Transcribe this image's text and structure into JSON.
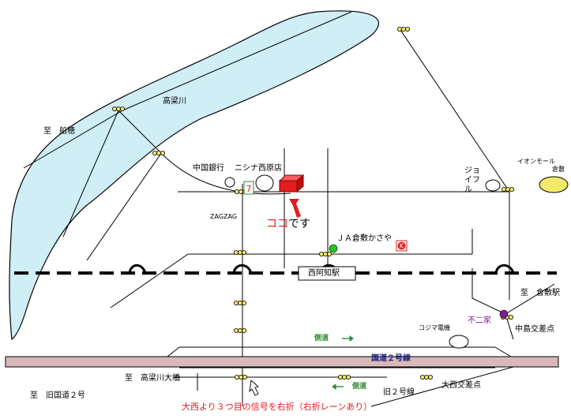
{
  "labels": {
    "funao": "至　船穂",
    "takahashi_river": "高梁川",
    "chugoku_bank": "中国銀行",
    "nishina": "ニシナ西原店",
    "zagzag": "ZAGZAG",
    "koko": "ココ",
    "desu": "です",
    "ja_shop": "ＪＡ倉敷かさや",
    "nishiachi_station": "西阿知駅",
    "joyful": "ジョイフル",
    "aeon": "イオンモール",
    "aeon_sub": "倉敷",
    "to_kurashiki_station": "至　倉敷駅",
    "fujiya": "不二家",
    "nakashima_intersection": "中島交差点",
    "kojima": "コジマ電機",
    "sidewalk1": "側道",
    "route2": "国道２号線",
    "to_takahashi_bridge": "至　高梁川大橋",
    "sidewalk2": "側道",
    "to_old_route2": "至　旧国道２号",
    "old_route2": "旧２号線",
    "onishi_intersection": "大西交差点",
    "bottom_note": "大西より３つ目の信号を右折（右折レーンあり）"
  },
  "colors": {
    "river": "#cfeef6",
    "route2": "#d8b8b8",
    "destination": "#e31c1c",
    "ja_marker": "#22c522",
    "fujiya_marker": "#7b1f8c",
    "aeon_marker": "#f2ea6a"
  }
}
